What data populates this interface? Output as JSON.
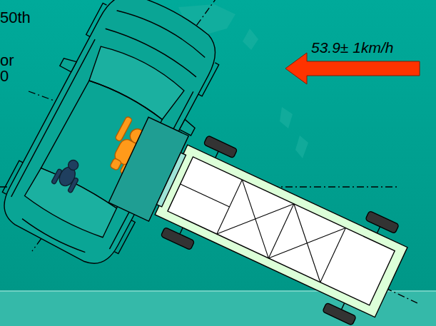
{
  "diagram": {
    "labels": [
      "50th",
      "or",
      "0",
      "53.9± 1km/h"
    ]
  }
}
